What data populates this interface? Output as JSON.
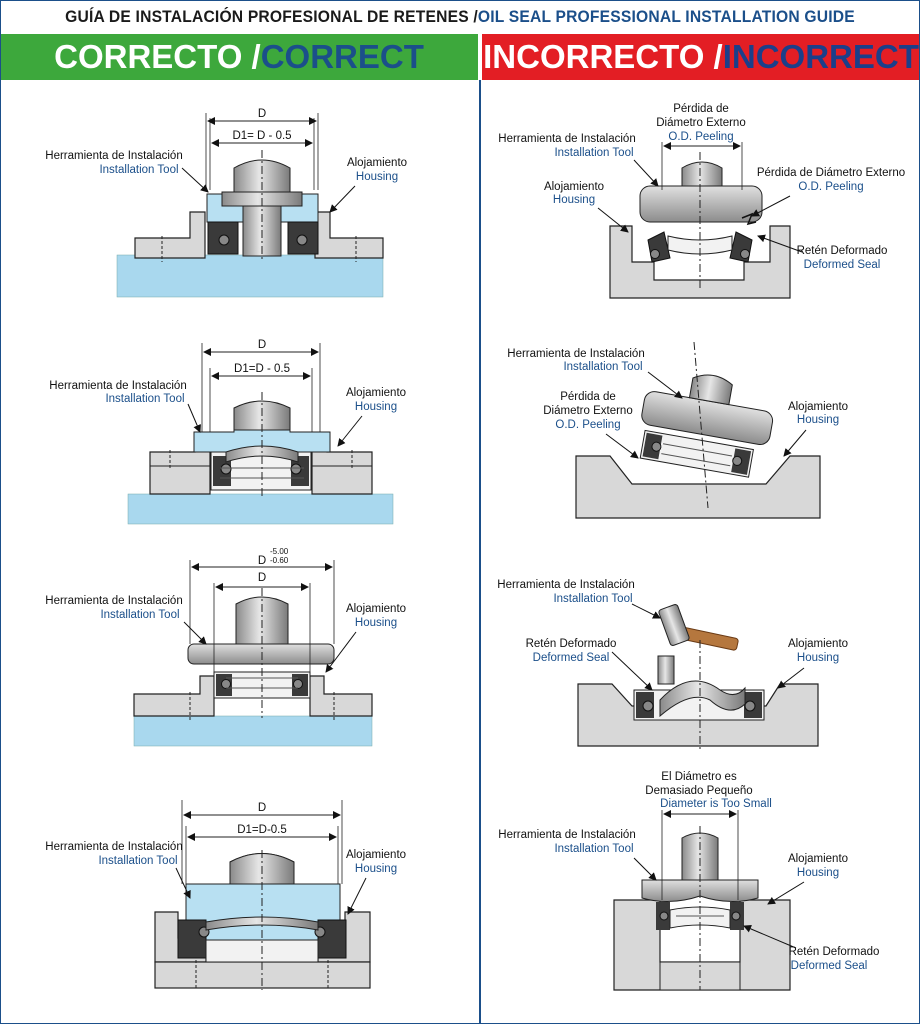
{
  "header": {
    "title_es": "GUÍA DE INSTALACIÓN PROFESIONAL DE RETENES / ",
    "title_en": "OIL SEAL PROFESSIONAL INSTALLATION GUIDE"
  },
  "banners": {
    "correct_es": "CORRECTO / ",
    "correct_en": "CORRECT",
    "incorrect_es": "INCORRECTO / ",
    "incorrect_en": "INCORRECT"
  },
  "labels": {
    "tool_es": "Herramienta de Instalación",
    "tool_en": "Installation Tool",
    "housing_es": "Alojamiento",
    "housing_en": "Housing",
    "deformed_es": "Retén Deformado",
    "deformed_en": "Deformed Seal",
    "peeling_es_1": "Pérdida de",
    "peeling_es_2": "Diámetro Externo",
    "peeling_es_inline": "Pérdida de Diámetro Externo",
    "peeling_en": "O.D. Peeling",
    "small_es_1": "El Diámetro es",
    "small_es_2": "Demasiado Pequeño",
    "small_en": "Diameter is Too Small"
  },
  "dimensions": {
    "d": "D",
    "d1_a": "D1= D - 0.5",
    "d1_b": "D1=D - 0.5",
    "d1_d": "D1=D-0.5",
    "tol_upper": "-5.00",
    "tol_lower": "-0.60"
  },
  "colors": {
    "correct_green": "#3da83c",
    "incorrect_red": "#e31e24",
    "english_blue": "#1b4f8a",
    "fluid_blue": "#a9d8ee",
    "housing_gray": "#d8d8d8"
  }
}
